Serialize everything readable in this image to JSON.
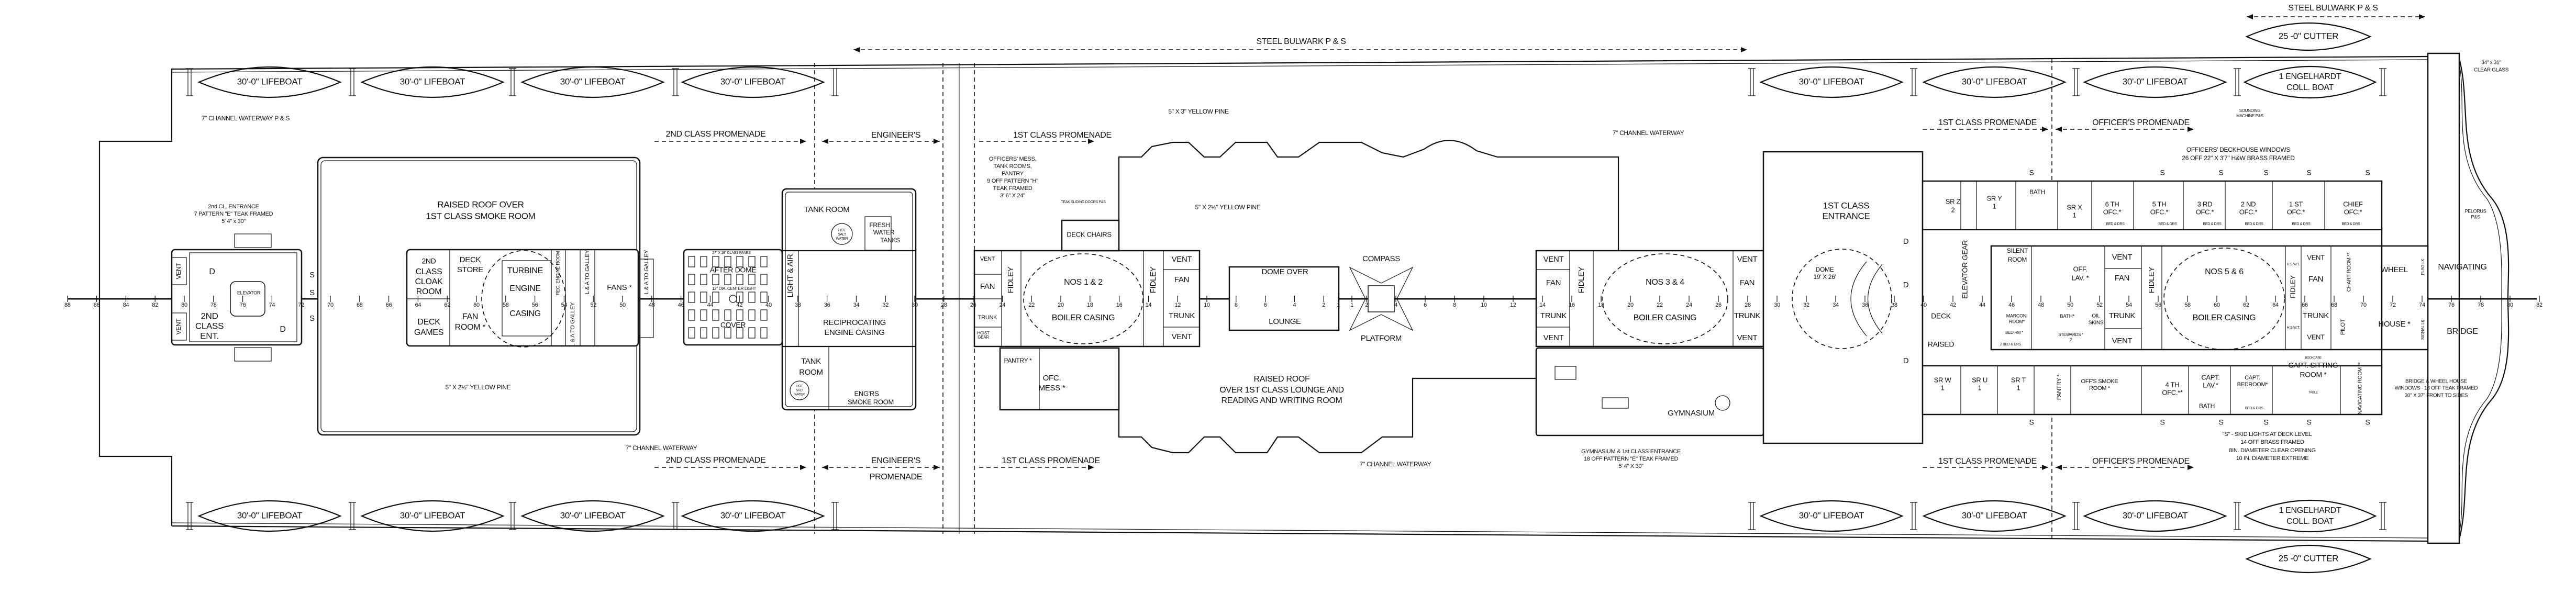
{
  "boats": {
    "lifeboat_label": "30'-0\" LIFEBOAT",
    "engelhardt_label": [
      "1 ENGELHARDT",
      "COLL. BOAT"
    ],
    "cutter_label": "25 -0\" CUTTER"
  },
  "notes": {
    "steel_bulwark": "STEEL BULWARK  P & S",
    "channel_waterway_ps": "7\" CHANNEL WATERWAY  P & S",
    "channel_waterway": "7\" CHANNEL WATERWAY",
    "yellow_pine_5x2_5": "5\" X 2½\"  YELLOW PINE",
    "yellow_pine_5x3": "5\" X 3\"  YELLOW PINE",
    "second_class_entrance": [
      "2nd CL. ENTRANCE",
      "7 PATTERN \"E\" TEAK FRAMED",
      "5' 4\" x 30\""
    ],
    "officers_mess_windows": [
      "OFFICERS' MESS,",
      "TANK ROOMS,",
      "PANTRY",
      "9 OFF PATTERN \"H\"",
      "TEAK FRAMED",
      "3' 6\" X 24\""
    ],
    "teak_sliding_doors": "TEAK SLIDING DOORS P&S",
    "gymnasium_entrance": [
      "GYMNASIUM & 1st CLASS ENTRANCE",
      "18 OFF PATTERN \"E\" TEAK FRAMED",
      "5' 4\" X 30\""
    ],
    "sounding_machine": [
      "SOUNDING",
      "MACHINE P&S"
    ],
    "deckhouse_windows": [
      "OFFICERS' DECKHOUSE WINDOWS",
      "26 OFF  22\" X 3'7\"  H&W BRASS FRAMED"
    ],
    "clear_glass": [
      "34\" x 31\"",
      "CLEAR GLASS"
    ],
    "pelorus": [
      "PELORUS",
      "P&S"
    ],
    "bridge_windows": [
      "BRIDGE & WHEEL HOUSE",
      "WINDOWS - 18 OFF TEAK FRAMED",
      "30\" X 37\"   FRONT TO SIDES"
    ],
    "skid_lights": [
      "\"S\" - SKID LIGHTS AT DECK LEVEL",
      "14 OFF BRASS FRAMED",
      "8IN. DIAMETER CLEAR OPENING",
      "10 IN. DIAMETER EXTREME"
    ],
    "glass_panes": "27\" X 18\" GLASS PANES",
    "center_light": "12\" DIA. CENTER LIGHT"
  },
  "promenades": {
    "second_class": "2ND CLASS PROMENADE",
    "engineers": "ENGINEER'S",
    "promenade": "PROMENADE",
    "first_class": "1ST CLASS PROMENADE",
    "officers": "OFFICER'S PROMENADE"
  },
  "markers": {
    "skid": "S",
    "down": "D",
    "vent": "VENT",
    "fan": "FAN",
    "trunk": "TRUNK",
    "fidley": "FIDLEY",
    "bed_drs": "BED & DRS",
    "bath": "BATH"
  },
  "rooms": {
    "second_entrance": [
      "2ND",
      "CLASS",
      "ENT."
    ],
    "elevator": "ELEVATOR",
    "smoke_room_roof": [
      "RAISED ROOF  OVER",
      "1ST CLASS  SMOKE ROOM"
    ],
    "cloak_room": [
      "2ND",
      "CLASS",
      "CLOAK",
      "ROOM"
    ],
    "deck_store": [
      "DECK",
      "STORE"
    ],
    "turbine_casing": [
      "TURBINE",
      "ENGINE",
      "CASING"
    ],
    "deck_games": [
      "DECK",
      "GAMES"
    ],
    "fan_room": [
      "FAN",
      "ROOM *"
    ],
    "rec_engine_room": "REC. ENGINE ROOM",
    "la_galley": "L & A TO GALLEY",
    "fans": "FANS *",
    "after_dome": [
      "AFTER DOME",
      "COVER"
    ],
    "light_air": "LIGHT & AIR",
    "tank_room": "TANK ROOM",
    "tank_room_lower": [
      "TANK",
      "ROOM"
    ],
    "hot_salt_water": [
      "HOT",
      "SALT",
      "WATER"
    ],
    "fresh_water": [
      "FRESH",
      "WATER",
      "TANKS"
    ],
    "recip_casing": [
      "RECIPROCATING",
      "ENGINE CASING"
    ],
    "engineers_smoke": [
      "ENG'RS",
      "SMOKE ROOM"
    ],
    "boiler_12": [
      "NOS 1 & 2",
      "BOILER CASING"
    ],
    "hoist_gear": [
      "HOIST",
      "GEAR"
    ],
    "deck_chairs": "DECK CHAIRS",
    "pantry": "PANTRY *",
    "ofc_mess": [
      "OFC.",
      "MESS *"
    ],
    "lounge_roof": [
      "RAISED ROOF",
      "OVER 1ST CLASS LOUNGE AND",
      "READING AND WRITING ROOM"
    ],
    "dome_lounge": [
      "DOME OVER",
      "LOUNGE"
    ],
    "compass": "COMPASS",
    "platform": "PLATFORM",
    "boiler_34": [
      "NOS 3 & 4",
      "BOILER CASING"
    ],
    "gymnasium": "GYMNASIUM",
    "first_entrance": [
      "1ST CLASS",
      "ENTRANCE"
    ],
    "dome_first": [
      "DOME",
      "19' X 26'"
    ],
    "deck_raised": [
      "DECK",
      "RAISED"
    ],
    "elevator_gear": "ELEVATOR GEAR",
    "sr_z": [
      "SR Z",
      "2"
    ],
    "sr_y": [
      "SR Y",
      "1"
    ],
    "sr_x": [
      "SR X",
      "1"
    ],
    "ofc6": [
      "6 TH",
      "OFC.*"
    ],
    "ofc5": [
      "5 TH",
      "OFC.*"
    ],
    "ofc3": [
      "3 RD",
      "OFC.*"
    ],
    "ofc2": [
      "2 ND",
      "OFC.*"
    ],
    "ofc1": [
      "1 ST",
      "OFC.*"
    ],
    "chief": [
      "CHIEF",
      "OFC.*"
    ],
    "silent": [
      "SILENT",
      "ROOM"
    ],
    "marconi": [
      "MARCONI",
      "ROOM*"
    ],
    "bed_rm": "BED RM *",
    "two_bed": "2 BED & DRS",
    "off_lav": [
      "OFF.",
      "LAV. *"
    ],
    "oil_skins": [
      "OIL",
      "SKINS"
    ],
    "bath_star": "BATH*",
    "stewards": [
      "STEWARDS *",
      "2"
    ],
    "boiler_56": [
      "NOS 5 & 6",
      "BOILER CASING"
    ],
    "hswt": "H.S.W.T.",
    "chart_room": "CHART ROOM **",
    "pilot": "PILOT",
    "wheel_house": [
      "WHEEL",
      "HOUSE *"
    ],
    "flag_lk": "FLAG LK",
    "signal_lk": "SIGNAL LK",
    "nav_bridge": [
      "NAVIGATING",
      "BRIDGE"
    ],
    "sr_w": [
      "SR W",
      "1"
    ],
    "sr_u": [
      "SR U",
      "1"
    ],
    "sr_t": [
      "SR T",
      "1"
    ],
    "pantry2": "PANTRY *",
    "off_smoke": [
      "OFF'S SMOKE",
      "ROOM *"
    ],
    "ofc4": [
      "4 TH",
      "OFC.**"
    ],
    "capt_lav": [
      "CAPT.",
      "LAV.*"
    ],
    "capt_bed": [
      "CAPT.",
      "BEDROOM*"
    ],
    "capt_sitting": [
      "CAPT. SITTING",
      "ROOM *"
    ],
    "nav_room": "NAVIGATING ROOM **",
    "bookcase": "BOOKCASE",
    "table": "TABLE"
  },
  "frames": {
    "aft": [
      88,
      86,
      84,
      82,
      80,
      78,
      76,
      74,
      72,
      70,
      68,
      66,
      64,
      62,
      60,
      58,
      56,
      54,
      52,
      50,
      48,
      46,
      44,
      42,
      40,
      38,
      36,
      34,
      32,
      30,
      28,
      26,
      24,
      22,
      20,
      18,
      16,
      14,
      12,
      10,
      8,
      6,
      4,
      2,
      1
    ],
    "fwd": [
      1,
      2,
      4,
      6,
      8,
      10,
      12,
      14,
      16,
      18,
      20,
      22,
      24,
      26,
      28,
      30,
      32,
      34,
      36,
      38,
      40,
      42,
      44,
      46,
      48,
      50,
      52,
      54,
      56,
      58,
      60,
      62,
      64,
      66,
      68,
      70,
      72,
      74,
      76,
      78,
      80,
      82
    ]
  }
}
